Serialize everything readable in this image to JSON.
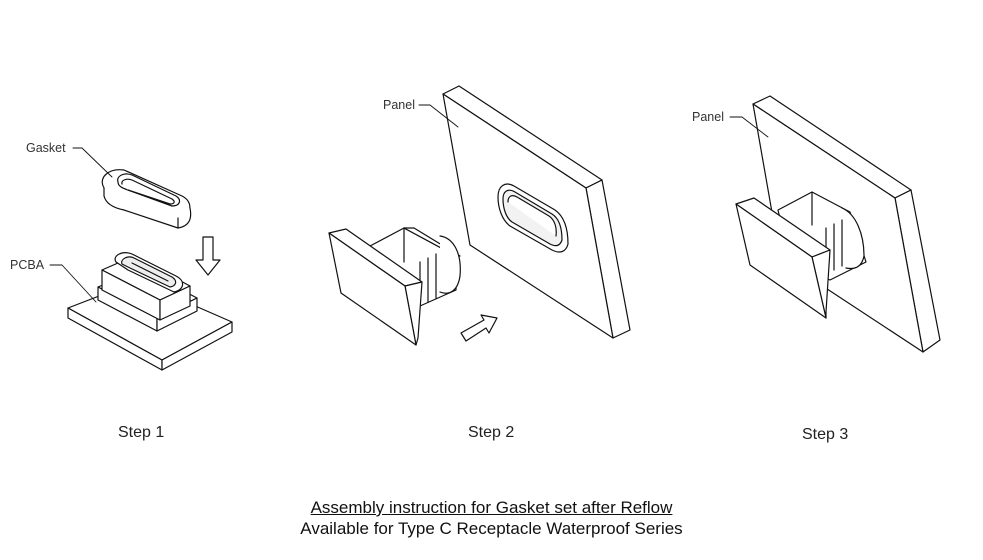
{
  "callouts": {
    "gasket": "Gasket",
    "pcba": "PCBA",
    "panel_step2": "Panel",
    "panel_step3": "Panel"
  },
  "steps": [
    "Step 1",
    "Step 2",
    "Step 3"
  ],
  "caption": {
    "title": "Assembly instruction for Gasket set after Reflow",
    "subtitle": "Available for Type C Receptacle Waterproof Series"
  }
}
